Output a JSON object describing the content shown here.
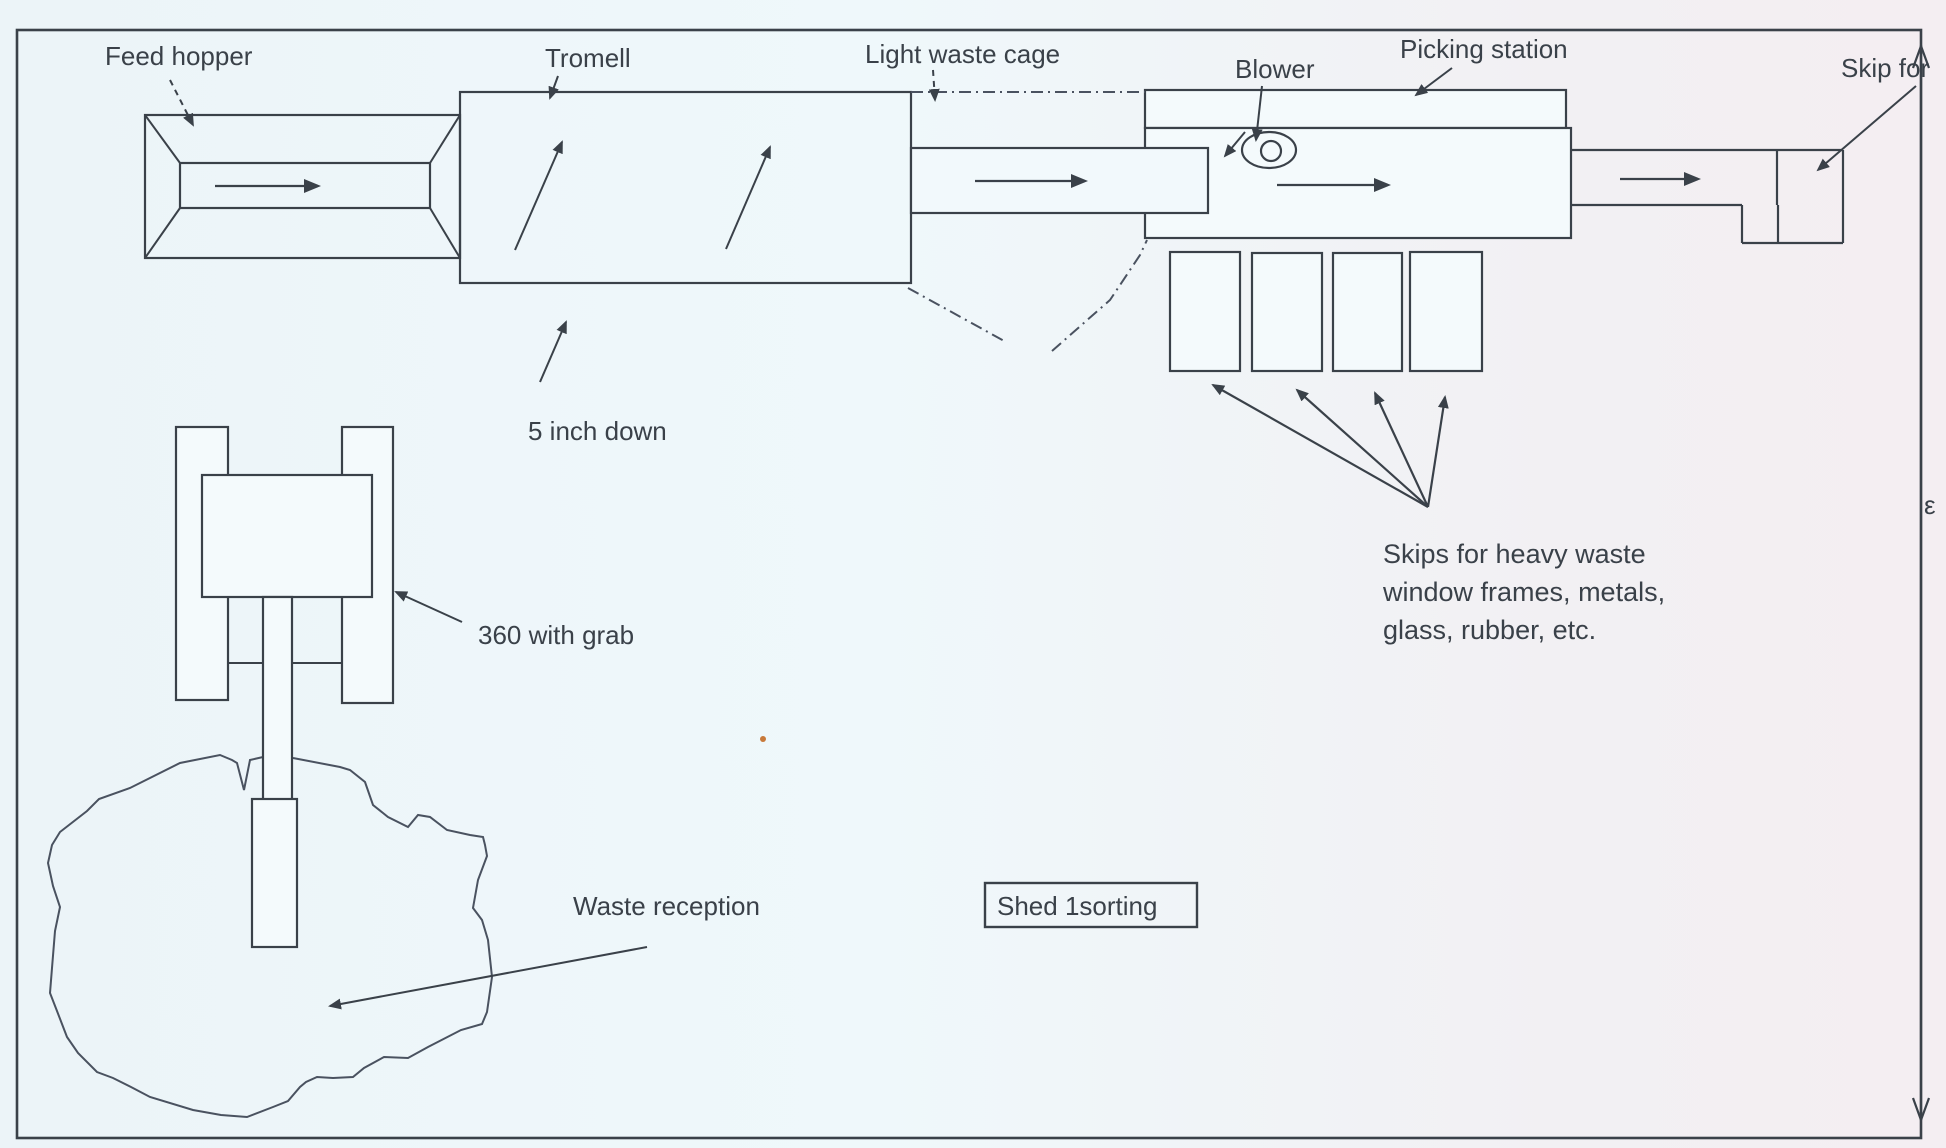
{
  "diagram": {
    "labels": {
      "feed_hopper": "Feed hopper",
      "tromell": "Tromell",
      "light_waste_cage": "Light waste cage",
      "blower": "Blower",
      "picking_station": "Picking station",
      "skip_for": "Skip for",
      "five_inch_down": "5 inch down",
      "excavator": "360 with grab",
      "waste_reception": "Waste reception",
      "shed": "Shed 1sorting",
      "dimension_mark": "ε"
    },
    "skips_note": {
      "line1": "Skips for heavy waste",
      "line2": "window frames, metals,",
      "line3": "glass, rubber, etc."
    },
    "colors": {
      "ink": "#3a4149",
      "paper_left": "#ecf4f8",
      "paper_right": "#f4eef2",
      "orange_speck": "#c87a3a"
    }
  }
}
